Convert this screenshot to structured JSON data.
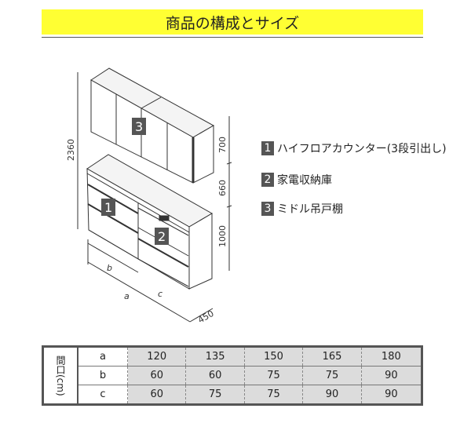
{
  "title": "商品の構成とサイズ",
  "diagram": {
    "dim_total_height": "2360",
    "dim_upper": "700",
    "dim_gap": "660",
    "dim_lower": "1000",
    "dim_depth": "450",
    "label_a": "a",
    "label_b": "b",
    "label_c": "c",
    "badge1": "1",
    "badge2": "2",
    "badge3": "3"
  },
  "legend": [
    {
      "num": "1",
      "text": "ハイフロアカウンター(3段引出し)"
    },
    {
      "num": "2",
      "text": "家電収納庫"
    },
    {
      "num": "3",
      "text": "ミドル吊戸棚"
    }
  ],
  "table": {
    "side_label": "間口(cm)",
    "rows": [
      {
        "key": "a",
        "values": [
          "120",
          "135",
          "150",
          "165",
          "180"
        ]
      },
      {
        "key": "b",
        "values": [
          "60",
          "60",
          "75",
          "75",
          "90"
        ]
      },
      {
        "key": "c",
        "values": [
          "60",
          "75",
          "75",
          "90",
          "90"
        ]
      }
    ]
  },
  "colors": {
    "title_bg": "#ffff33",
    "badge": "#555555",
    "cell": "#dcdcdc"
  }
}
